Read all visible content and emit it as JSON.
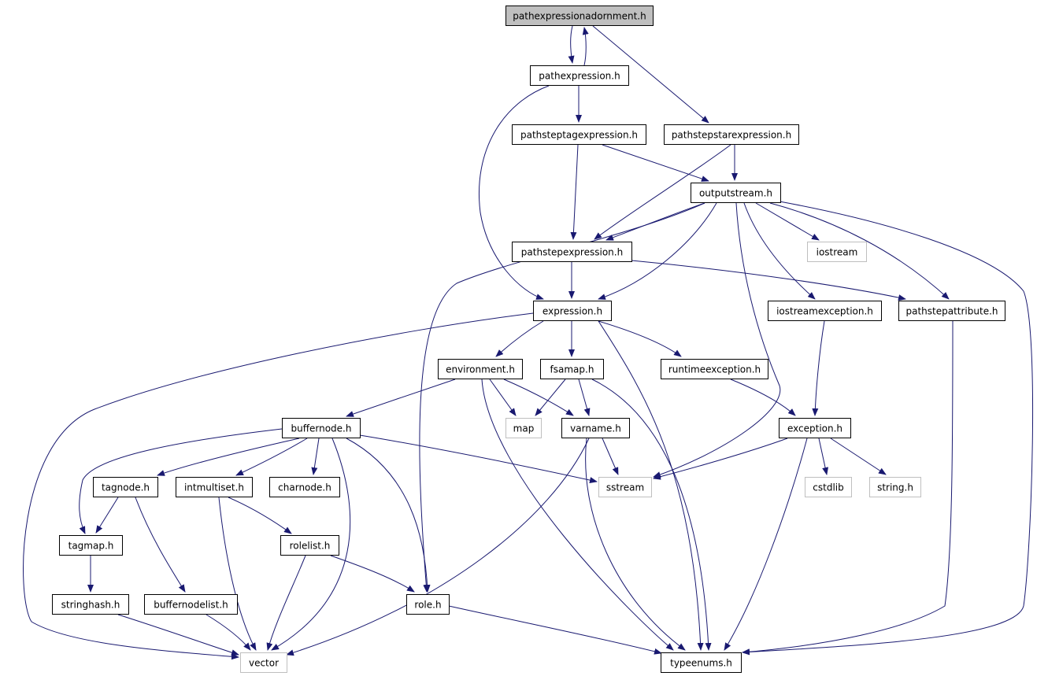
{
  "colors": {
    "edge": "#191970",
    "node_border": "#000000",
    "system_border": "#bfbfbf",
    "root_fill": "#bfbfbf",
    "node_fill": "#ffffff",
    "text": "#000000"
  },
  "nodes": [
    {
      "id": "pathexpressionadornment_h",
      "label": "pathexpressionadornment.h",
      "kind": "root"
    },
    {
      "id": "pathexpression_h",
      "label": "pathexpression.h",
      "kind": "local"
    },
    {
      "id": "pathsteptagexpression_h",
      "label": "pathsteptagexpression.h",
      "kind": "local"
    },
    {
      "id": "pathstepstarexpression_h",
      "label": "pathstepstarexpression.h",
      "kind": "local"
    },
    {
      "id": "outputstream_h",
      "label": "outputstream.h",
      "kind": "local"
    },
    {
      "id": "pathstepexpression_h",
      "label": "pathstepexpression.h",
      "kind": "local"
    },
    {
      "id": "iostream",
      "label": "iostream",
      "kind": "system"
    },
    {
      "id": "expression_h",
      "label": "expression.h",
      "kind": "local"
    },
    {
      "id": "iostreamexception_h",
      "label": "iostreamexception.h",
      "kind": "local"
    },
    {
      "id": "pathstepattribute_h",
      "label": "pathstepattribute.h",
      "kind": "local"
    },
    {
      "id": "environment_h",
      "label": "environment.h",
      "kind": "local"
    },
    {
      "id": "fsamap_h",
      "label": "fsamap.h",
      "kind": "local"
    },
    {
      "id": "runtimeexception_h",
      "label": "runtimeexception.h",
      "kind": "local"
    },
    {
      "id": "buffernode_h",
      "label": "buffernode.h",
      "kind": "local"
    },
    {
      "id": "map",
      "label": "map",
      "kind": "system"
    },
    {
      "id": "varname_h",
      "label": "varname.h",
      "kind": "local"
    },
    {
      "id": "exception_h",
      "label": "exception.h",
      "kind": "local"
    },
    {
      "id": "tagnode_h",
      "label": "tagnode.h",
      "kind": "local"
    },
    {
      "id": "intmultiset_h",
      "label": "intmultiset.h",
      "kind": "local"
    },
    {
      "id": "charnode_h",
      "label": "charnode.h",
      "kind": "local"
    },
    {
      "id": "sstream",
      "label": "sstream",
      "kind": "system"
    },
    {
      "id": "cstdlib",
      "label": "cstdlib",
      "kind": "system"
    },
    {
      "id": "string_h",
      "label": "string.h",
      "kind": "system"
    },
    {
      "id": "tagmap_h",
      "label": "tagmap.h",
      "kind": "local"
    },
    {
      "id": "rolelist_h",
      "label": "rolelist.h",
      "kind": "local"
    },
    {
      "id": "stringhash_h",
      "label": "stringhash.h",
      "kind": "local"
    },
    {
      "id": "buffernodelist_h",
      "label": "buffernodelist.h",
      "kind": "local"
    },
    {
      "id": "role_h",
      "label": "role.h",
      "kind": "local"
    },
    {
      "id": "vector",
      "label": "vector",
      "kind": "system"
    },
    {
      "id": "typeenums_h",
      "label": "typeenums.h",
      "kind": "local"
    }
  ],
  "edges": [
    [
      "pathexpressionadornment_h",
      "pathexpression_h"
    ],
    [
      "pathexpression_h",
      "pathexpressionadornment_h"
    ],
    [
      "pathexpressionadornment_h",
      "pathstepstarexpression_h"
    ],
    [
      "pathexpression_h",
      "pathsteptagexpression_h"
    ],
    [
      "pathexpression_h",
      "expression_h"
    ],
    [
      "pathsteptagexpression_h",
      "outputstream_h"
    ],
    [
      "pathsteptagexpression_h",
      "pathstepexpression_h"
    ],
    [
      "pathstepstarexpression_h",
      "outputstream_h"
    ],
    [
      "pathstepstarexpression_h",
      "pathstepexpression_h"
    ],
    [
      "outputstream_h",
      "pathstepexpression_h"
    ],
    [
      "outputstream_h",
      "iostream"
    ],
    [
      "outputstream_h",
      "expression_h"
    ],
    [
      "outputstream_h",
      "iostreamexception_h"
    ],
    [
      "outputstream_h",
      "pathstepattribute_h"
    ],
    [
      "outputstream_h",
      "sstream"
    ],
    [
      "outputstream_h",
      "role_h"
    ],
    [
      "outputstream_h",
      "typeenums_h"
    ],
    [
      "pathstepexpression_h",
      "expression_h"
    ],
    [
      "pathstepexpression_h",
      "pathstepattribute_h"
    ],
    [
      "expression_h",
      "environment_h"
    ],
    [
      "expression_h",
      "fsamap_h"
    ],
    [
      "expression_h",
      "runtimeexception_h"
    ],
    [
      "expression_h",
      "vector"
    ],
    [
      "expression_h",
      "typeenums_h"
    ],
    [
      "iostreamexception_h",
      "exception_h"
    ],
    [
      "pathstepattribute_h",
      "typeenums_h"
    ],
    [
      "environment_h",
      "buffernode_h"
    ],
    [
      "environment_h",
      "map"
    ],
    [
      "environment_h",
      "varname_h"
    ],
    [
      "environment_h",
      "typeenums_h"
    ],
    [
      "fsamap_h",
      "map"
    ],
    [
      "fsamap_h",
      "varname_h"
    ],
    [
      "fsamap_h",
      "typeenums_h"
    ],
    [
      "runtimeexception_h",
      "exception_h"
    ],
    [
      "buffernode_h",
      "tagnode_h"
    ],
    [
      "buffernode_h",
      "intmultiset_h"
    ],
    [
      "buffernode_h",
      "charnode_h"
    ],
    [
      "buffernode_h",
      "sstream"
    ],
    [
      "buffernode_h",
      "tagmap_h"
    ],
    [
      "buffernode_h",
      "role_h"
    ],
    [
      "buffernode_h",
      "vector"
    ],
    [
      "varname_h",
      "sstream"
    ],
    [
      "varname_h",
      "vector"
    ],
    [
      "varname_h",
      "typeenums_h"
    ],
    [
      "exception_h",
      "sstream"
    ],
    [
      "exception_h",
      "cstdlib"
    ],
    [
      "exception_h",
      "string_h"
    ],
    [
      "exception_h",
      "typeenums_h"
    ],
    [
      "tagnode_h",
      "tagmap_h"
    ],
    [
      "tagnode_h",
      "buffernodelist_h"
    ],
    [
      "intmultiset_h",
      "rolelist_h"
    ],
    [
      "intmultiset_h",
      "vector"
    ],
    [
      "rolelist_h",
      "role_h"
    ],
    [
      "rolelist_h",
      "vector"
    ],
    [
      "tagmap_h",
      "stringhash_h"
    ],
    [
      "stringhash_h",
      "vector"
    ],
    [
      "buffernodelist_h",
      "vector"
    ],
    [
      "role_h",
      "typeenums_h"
    ]
  ]
}
